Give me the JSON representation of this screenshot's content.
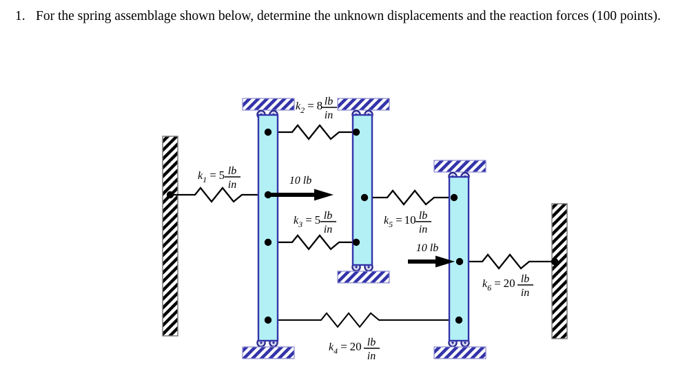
{
  "problem": {
    "number": "1.",
    "statement": "For the spring assemblage shown below, determine the unknown displacements and the reaction forces (100 points)."
  },
  "figure": {
    "title": "spring-assemblage-diagram",
    "colors": {
      "bar_fill": "#b3f0f5",
      "bar_stroke": "#3333aa",
      "support_hatch": "#3333aa",
      "wall_hatch": "#000000",
      "line": "#000000",
      "node": "#000000"
    },
    "springs": [
      {
        "id": "k1",
        "symbol": "k",
        "subscript": "1",
        "equals": "=",
        "value": "5",
        "numerator": "lb",
        "denominator": "in",
        "label_full": "k1 = 5 lb/in",
        "stiffness": 5,
        "units": "lb/in",
        "connects": "left-wall to bar-1"
      },
      {
        "id": "k2",
        "symbol": "k",
        "subscript": "2",
        "equals": "=",
        "value": "8",
        "numerator": "lb",
        "denominator": "in",
        "label_full": "k2 = 8 lb/in",
        "stiffness": 8,
        "units": "lb/in",
        "connects": "bar-1 to bar-2"
      },
      {
        "id": "k3",
        "symbol": "k",
        "subscript": "3",
        "equals": "=",
        "value": "5",
        "numerator": "lb",
        "denominator": "in",
        "label_full": "k3 = 5 lb/in",
        "stiffness": 5,
        "units": "lb/in",
        "connects": "bar-1 to bar-2"
      },
      {
        "id": "k4",
        "symbol": "k",
        "subscript": "4",
        "equals": "=",
        "value": "20",
        "numerator": "lb",
        "denominator": "in",
        "label_full": "k4 = 20 lb/in",
        "stiffness": 20,
        "units": "lb/in",
        "connects": "bar-1 to bar-3"
      },
      {
        "id": "k5",
        "symbol": "k",
        "subscript": "5",
        "equals": "=",
        "value": "10",
        "numerator": "lb",
        "denominator": "in",
        "label_full": "k5 = 10 lb/in",
        "stiffness": 10,
        "units": "lb/in",
        "connects": "bar-2 to bar-3"
      },
      {
        "id": "k6",
        "symbol": "k",
        "subscript": "6",
        "equals": "=",
        "value": "20",
        "numerator": "lb",
        "denominator": "in",
        "label_full": "k6 = 20 lb/in",
        "stiffness": 20,
        "units": "lb/in",
        "connects": "bar-3 to right-wall"
      }
    ],
    "forces": [
      {
        "id": "force-1",
        "label": "10 lb",
        "magnitude": 10,
        "units": "lb",
        "direction": "right",
        "applied_to": "bar-1"
      },
      {
        "id": "force-2",
        "label": "10 lb",
        "magnitude": 10,
        "units": "lb",
        "direction": "right",
        "applied_to": "bar-3"
      }
    ],
    "bars": [
      {
        "id": "bar-1",
        "supports": [
          "roller-top",
          "roller-bottom"
        ]
      },
      {
        "id": "bar-2",
        "supports": [
          "roller-top",
          "roller-bottom"
        ]
      },
      {
        "id": "bar-3",
        "supports": [
          "roller-top",
          "roller-bottom"
        ]
      }
    ],
    "walls": [
      {
        "id": "left-wall",
        "style": "hatched-fixed"
      },
      {
        "id": "right-wall",
        "style": "hatched-fixed"
      }
    ]
  }
}
